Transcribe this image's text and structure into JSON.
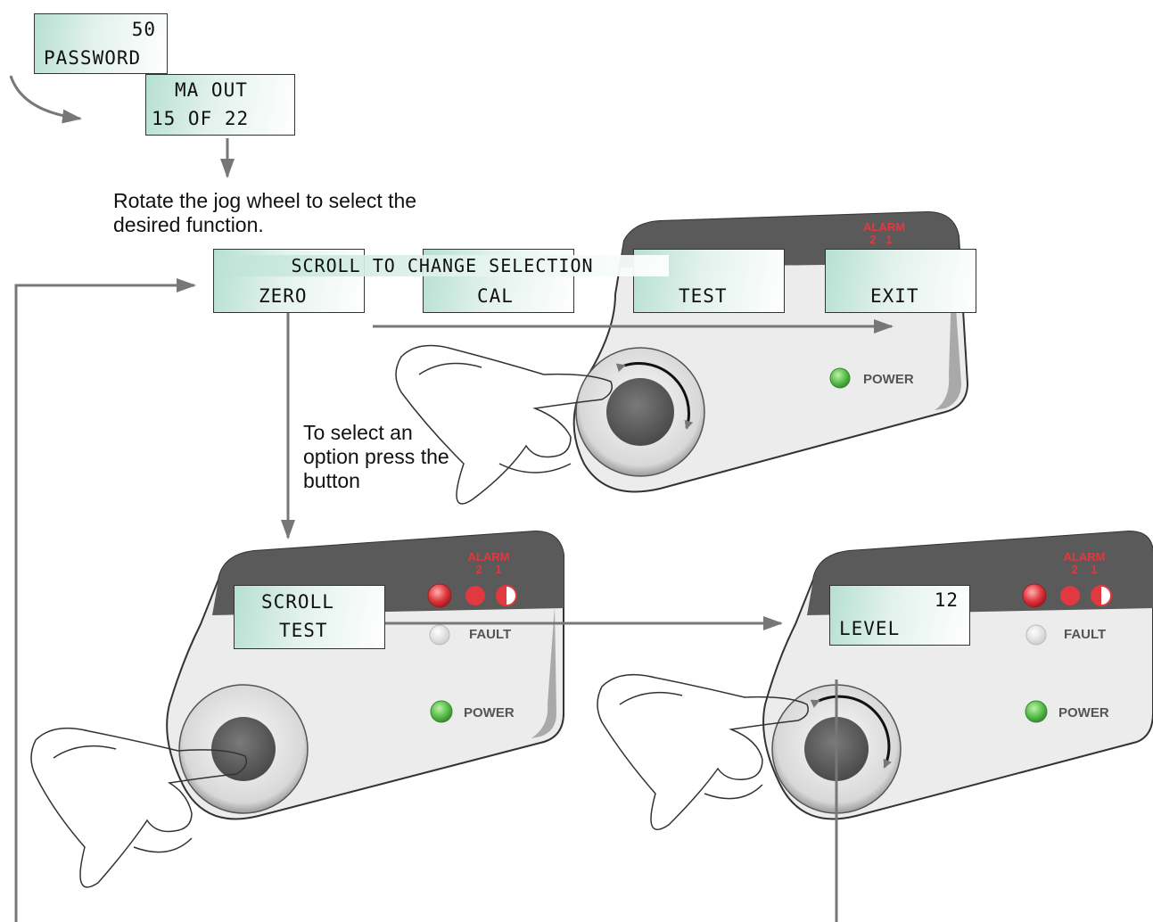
{
  "password_screen": {
    "value": "50",
    "label": "PASSWORD"
  },
  "ma_out_screen": {
    "line1": "MA OUT",
    "line2": "15 OF 22"
  },
  "caption_rotate": [
    "Rotate the jog wheel to select the",
    "desired function."
  ],
  "scroll_banner": "SCROLL TO CHANGE SELECTION",
  "options": [
    "ZERO",
    "CAL",
    "TEST",
    "EXIT"
  ],
  "caption_select": [
    "To select an",
    "option press the",
    "button"
  ],
  "test_screen": {
    "line1": "SCROLL",
    "line2": "TEST"
  },
  "level_screen": {
    "value": "12",
    "label": "LEVEL"
  },
  "indicators": {
    "alarm": "ALARM",
    "alarm_2": "2",
    "alarm_1": "1",
    "fault": "FAULT",
    "power": "POWER"
  },
  "colors": {
    "panel_dark": "#5a5a5a",
    "panel_light": "#ededed",
    "alarm_red": "#e2383f",
    "power_green": "#5cc04e",
    "arrow_gray": "#777777"
  }
}
